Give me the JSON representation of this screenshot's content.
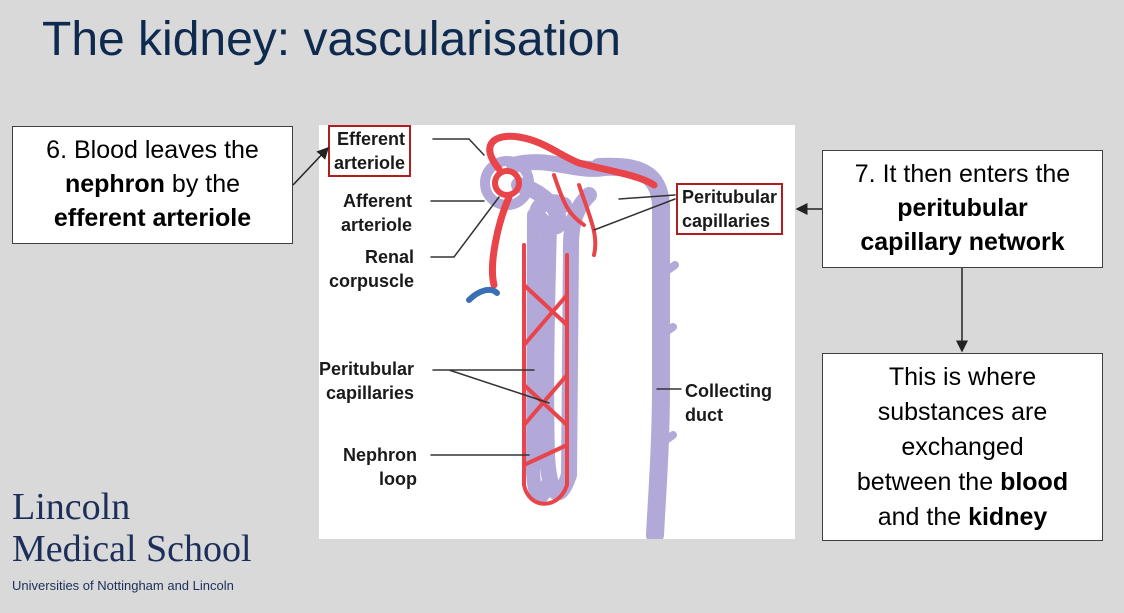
{
  "slide": {
    "title": "The kidney: vascularisation"
  },
  "left_box": {
    "line1": "6. Blood leaves the",
    "nephron": "nephron",
    "by_the": " by the",
    "efferent_arteriole": "efferent arteriole"
  },
  "right_box": {
    "line1": "7. It then enters the",
    "line2": "peritubular",
    "line3": "capillary network"
  },
  "bottom_box": {
    "line1": "This is where",
    "line2": "substances are",
    "line3": "exchanged",
    "line4_pre": "between the ",
    "blood": "blood",
    "and_the": "and the ",
    "kidney": "kidney"
  },
  "figure": {
    "labels": {
      "efferent_1": "Efferent",
      "efferent_2": "arteriole",
      "afferent_1": "Afferent",
      "afferent_2": "arteriole",
      "renal_1": "Renal",
      "renal_2": "corpuscle",
      "peri_top_1": "Peritubular",
      "peri_top_2": "capillaries",
      "peri_mid_1": "Peritubular",
      "peri_mid_2": "capillaries",
      "collecting_1": "Collecting",
      "collecting_2": "duct",
      "nephron_1": "Nephron",
      "nephron_2": "loop"
    },
    "colors": {
      "artery": "#e8444a",
      "tubule": "#b3a9d8",
      "vein": "#3a6fb5",
      "highlight": "#b01c20"
    }
  },
  "logo": {
    "line1": "Lincoln",
    "line2": "Medical School",
    "line3": "Universities of Nottingham and Lincoln"
  }
}
